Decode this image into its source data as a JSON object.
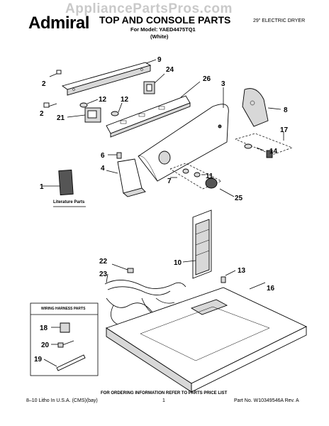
{
  "watermark": "AppliancePartsPros.com",
  "header": {
    "brand": "Admiral",
    "title": "TOP AND CONSOLE PARTS",
    "model_line": "For Model: YAED4475TQ1",
    "color_line": "(White)",
    "product": "29\" ELECTRIC DRYER"
  },
  "callouts": [
    "1",
    "2",
    "2",
    "3",
    "4",
    "6",
    "7",
    "8",
    "9",
    "10",
    "11",
    "12",
    "12",
    "13",
    "14",
    "16",
    "17",
    "18",
    "19",
    "20",
    "21",
    "22",
    "23",
    "24",
    "25",
    "26"
  ],
  "literature_label": "Literature Parts",
  "wiring_box_title": "WIRING HARNESS PARTS",
  "footer": {
    "ordering_note": "FOR ORDERING INFORMATION REFER TO PARTS PRICE LIST",
    "print_info": "8–10 Litho In U.S.A. (CMS)(bay)",
    "page_number": "1",
    "part_number": "Part No. W10349546A Rev. A"
  }
}
